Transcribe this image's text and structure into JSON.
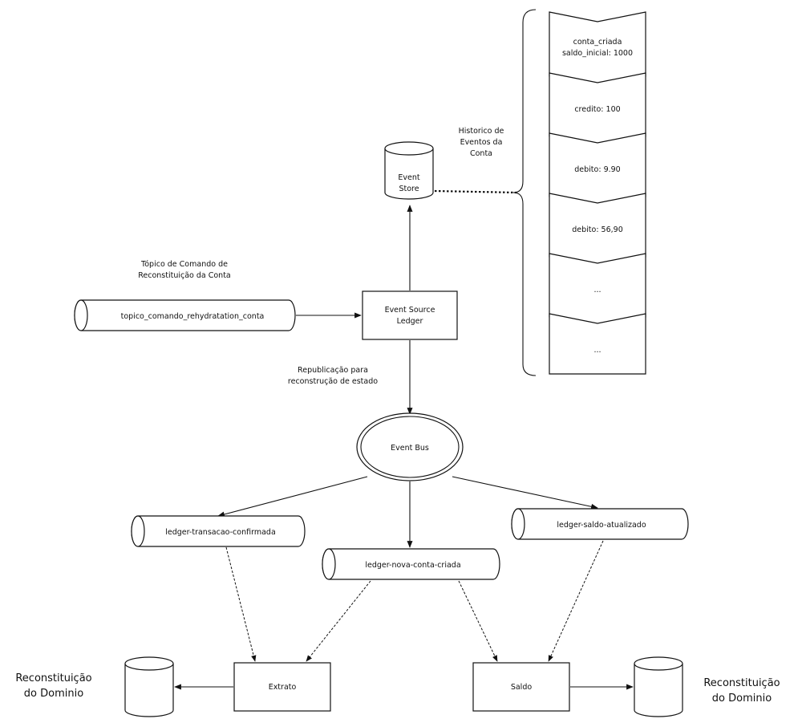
{
  "event_store": {
    "line1": "Event",
    "line2": "Store"
  },
  "history_label": {
    "line1": "Historico de",
    "line2": "Eventos da",
    "line3": "Conta"
  },
  "events": [
    {
      "line1": "conta_criada",
      "line2": "saldo_inicial: 1000"
    },
    {
      "line1": "credito: 100",
      "line2": ""
    },
    {
      "line1": "debito: 9.90",
      "line2": ""
    },
    {
      "line1": "debito: 56,90",
      "line2": ""
    },
    {
      "line1": "...",
      "line2": ""
    },
    {
      "line1": "...",
      "line2": ""
    }
  ],
  "command_topic_label": {
    "line1": "Tópico de Comando de",
    "line2": "Reconstituição da Conta"
  },
  "command_topic": "topico_comando_rehydratation_conta",
  "event_source_ledger": {
    "line1": "Event Source",
    "line2": "Ledger"
  },
  "republish_label": {
    "line1": "Republicação para",
    "line2": "reconstrução de estado"
  },
  "event_bus": "Event Bus",
  "topics": {
    "transacao": "ledger-transacao-confirmada",
    "nova_conta": "ledger-nova-conta-criada",
    "saldo": "ledger-saldo-atualizado"
  },
  "consumers": {
    "extrato": "Extrato",
    "saldo": "Saldo"
  },
  "domain_label_left": {
    "line1": "Reconstituição",
    "line2": "do Dominio"
  },
  "domain_label_right": {
    "line1": "Reconstituição",
    "line2": "do Dominio"
  }
}
